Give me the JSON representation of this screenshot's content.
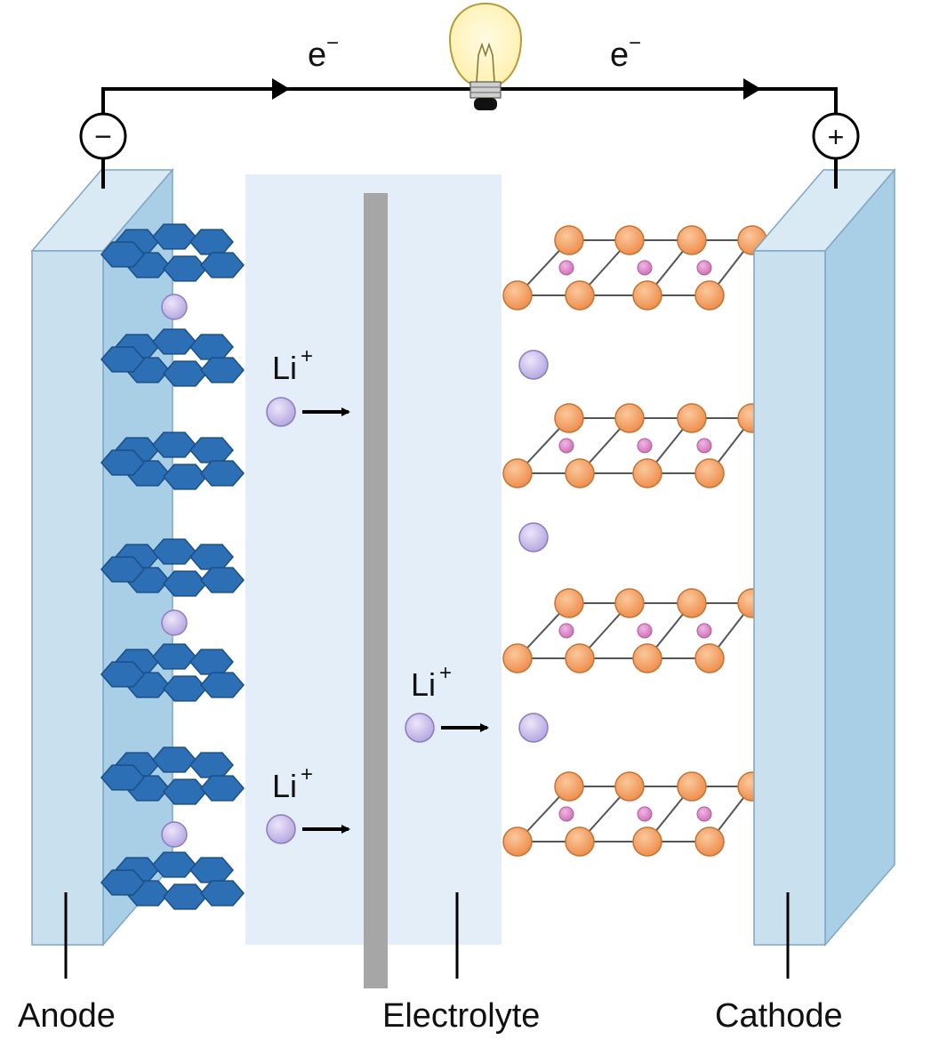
{
  "labels": {
    "anode": "Anode",
    "electrolyte": "Electrolyte",
    "cathode": "Cathode",
    "electron_left": "e",
    "electron_right": "e",
    "electron_sup": "−",
    "negative_terminal": "−",
    "positive_terminal": "+",
    "li_ion": "Li",
    "li_sup": "+"
  },
  "colors": {
    "electrode_front": "#c9e0ef",
    "electrode_side": "#a9cfe6",
    "electrolyte": "#e3eef8",
    "separator": "#a6a6a6",
    "graphite": "#2c6fb4",
    "graphite_edge": "#1a4f89",
    "lithium_ion": "#c8bde8",
    "oxide_atom": "#f2a167",
    "metal_atom": "#d98ac6",
    "wire": "#000000",
    "bulb_glow": "#fff2b0"
  },
  "icons": {
    "bulb": "lightbulb-icon",
    "negative": "minus-circle-icon",
    "positive": "plus-circle-icon"
  }
}
